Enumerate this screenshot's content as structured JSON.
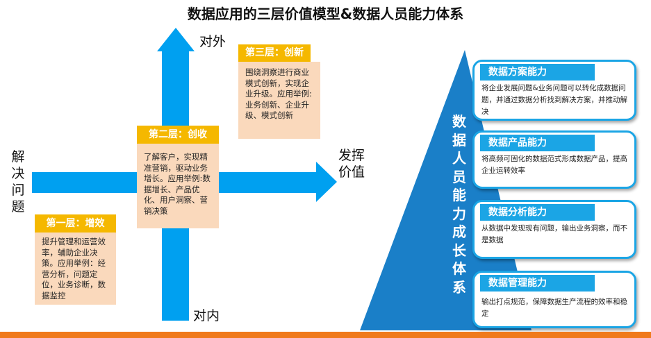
{
  "title": "数据应用的三层价值模型&数据人员能力体系",
  "axes": {
    "top": "对外",
    "bottom": "对内",
    "left": "解决问题",
    "right": "发挥价值"
  },
  "layers": [
    {
      "header": "第一层：增效",
      "body": "提升管理和运营效率，辅助企业决策。应用举例：经营分析，问题定位，业务诊断，数据监控"
    },
    {
      "header": "第二层：创收",
      "body": "了解客户，实现精准营销，驱动业务增长。应用举例:数据增长、产品优化、用户洞察、营销决策"
    },
    {
      "header": "第三层：创新",
      "body": "围绕洞察进行商业模式创新，实现企业升级。应用举例:业务创新、企业升级、模式创新"
    }
  ],
  "pyramid_title": "数据人员能力成长体系",
  "abilities": [
    {
      "title": "数据方案能力",
      "desc": "将企业发展问题&业务问题可以转化成数据问题，并通过数据分析找到解决方案，并推动解决"
    },
    {
      "title": "数据产品能力",
      "desc": "将高频可固化的数据范式形成数据产品，提高企业运转效率"
    },
    {
      "title": "数据分析能力",
      "desc": "从数据中发现现有问题，输出业务洞察，而不是数据"
    },
    {
      "title": "数据管理能力",
      "desc": "输出打点规范，保障数据生产流程的效率和稳定"
    }
  ],
  "colors": {
    "arrow": "#00A0F0",
    "header": "#F5B800",
    "box": "#FAD9BC",
    "pyramid": "#1A7FC8",
    "footer": "#F07A1C"
  }
}
